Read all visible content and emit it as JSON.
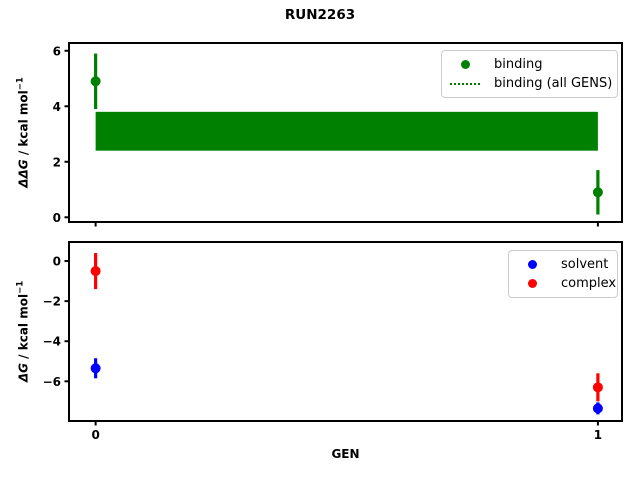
{
  "figure": {
    "title": "RUN2263"
  },
  "chart_data": [
    {
      "type": "scatter",
      "subplot": "binding-free-energy",
      "ylabel": {
        "math": "ΔΔG",
        "unit": " / kcal mol",
        "sup": "−1"
      },
      "xlim": [
        -0.053,
        1.048
      ],
      "ylim": [
        -0.17,
        6.28
      ],
      "yticks": {
        "values": [
          0,
          2,
          4,
          6
        ],
        "labels": [
          "0",
          "2",
          "4",
          "6"
        ]
      },
      "xticks": {
        "values": [
          0,
          1
        ],
        "labels": []
      },
      "grid": false,
      "band": {
        "label": "binding (all GENS)",
        "lo": 2.4,
        "hi": 3.8,
        "center": 3.1,
        "color": "#008000",
        "style": "dotted-line-with-filled-band"
      },
      "series": [
        {
          "name": "binding",
          "color": "#008000",
          "marker": "circle",
          "x": [
            0,
            1
          ],
          "y": [
            4.9,
            0.9
          ],
          "yerr": [
            1.0,
            0.8
          ]
        }
      ],
      "legend": {
        "position": "upper right",
        "items": [
          {
            "label": "binding",
            "swatch": "dot",
            "color": "#008000"
          },
          {
            "label": "binding (all GENS)",
            "swatch": "dotted-line",
            "color": "#008000"
          }
        ]
      }
    },
    {
      "type": "scatter",
      "subplot": "leg-free-energies",
      "xlabel": "GEN",
      "ylabel": {
        "math": "ΔG",
        "unit": " / kcal mol",
        "sup": "−1"
      },
      "xlim": [
        -0.053,
        1.048
      ],
      "ylim": [
        -7.98,
        0.95
      ],
      "yticks": {
        "values": [
          0,
          -2,
          -4,
          -6
        ],
        "labels": [
          "0",
          "−2",
          "−4",
          "−6"
        ]
      },
      "xticks": {
        "values": [
          0,
          1
        ],
        "labels": [
          "0",
          "1"
        ]
      },
      "grid": false,
      "series": [
        {
          "name": "complex",
          "color": "#ff0000",
          "marker": "circle",
          "x": [
            0,
            1
          ],
          "y": [
            -0.5,
            -6.3
          ],
          "yerr": [
            0.9,
            0.7
          ]
        },
        {
          "name": "solvent",
          "color": "#0000ff",
          "marker": "circle",
          "x": [
            0,
            1
          ],
          "y": [
            -5.35,
            -7.35
          ],
          "yerr": [
            0.5,
            0.3
          ]
        }
      ],
      "legend": {
        "position": "upper right",
        "items": [
          {
            "label": "solvent",
            "swatch": "dot",
            "color": "#0000ff"
          },
          {
            "label": "complex",
            "swatch": "dot",
            "color": "#ff0000"
          }
        ]
      }
    }
  ]
}
